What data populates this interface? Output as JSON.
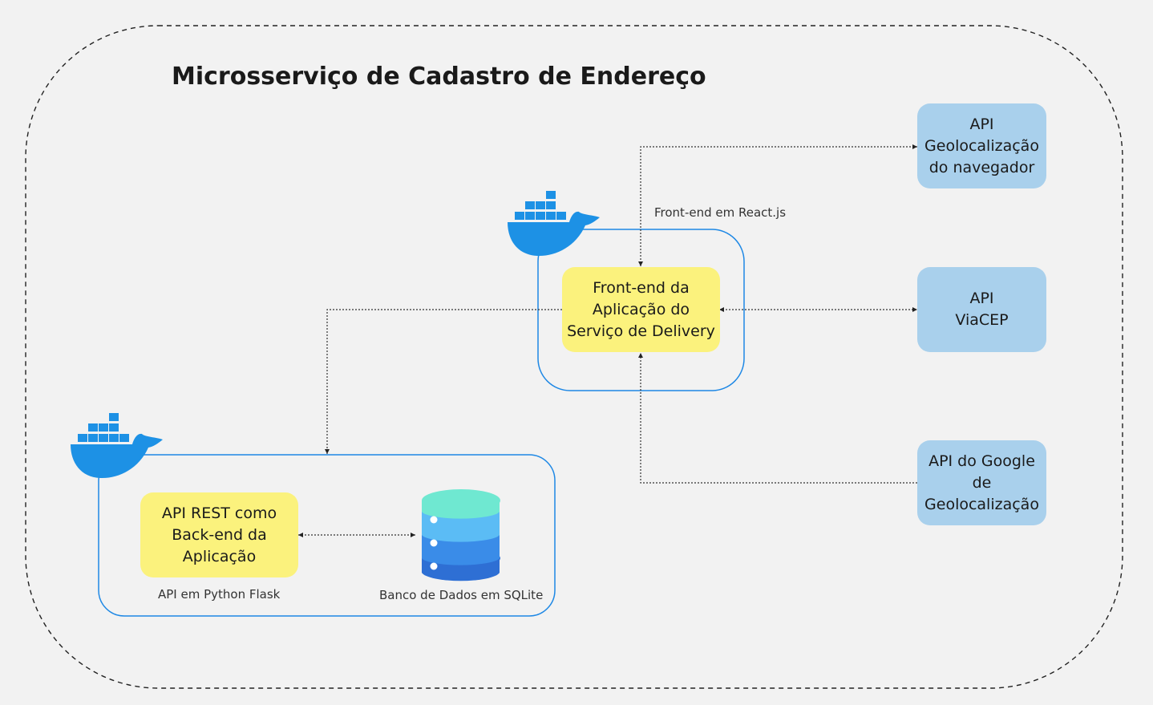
{
  "title": "Microsserviço de Cadastro de Endereço",
  "frontend": {
    "container_label": "Front-end em React.js",
    "node_lines": [
      "Front-end da",
      "Aplicação do",
      "Serviço de Delivery"
    ]
  },
  "backend": {
    "api_lines": [
      "API REST como",
      "Back-end da",
      "Aplicação"
    ],
    "api_caption": "API em Python Flask",
    "db_caption": "Banco de Dados em SQLite"
  },
  "external_apis": {
    "geolocation_browser": [
      "API",
      "Geolocalização",
      "do navegador"
    ],
    "viacep": [
      "API",
      "ViaCEP"
    ],
    "google_geolocation": [
      "API do Google",
      "de",
      "Geolocalização"
    ]
  },
  "colors": {
    "node_yellow": "#fbf27d",
    "node_blue": "#a9d0ec",
    "container_border": "#1e88e5",
    "docker_blue": "#1d91e5",
    "db_top": "#6fe8d1",
    "db_mid1": "#5bbcf5",
    "db_mid2": "#3a8ce8",
    "db_bottom": "#2e6fd4"
  },
  "icons": [
    "docker-whale-icon",
    "database-icon"
  ]
}
